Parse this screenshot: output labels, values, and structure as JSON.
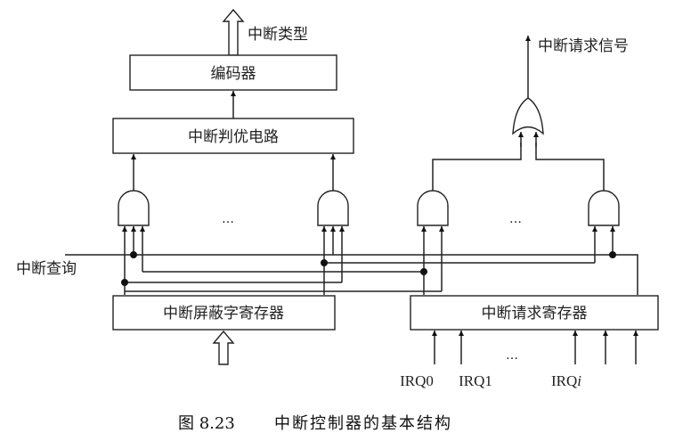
{
  "diagram": {
    "blocks": {
      "encoder": "编码器",
      "priority_circuit": "中断判优电路",
      "mask_register": "中断屏蔽字寄存器",
      "request_register": "中断请求寄存器"
    },
    "signals": {
      "interrupt_type": "中断类型",
      "interrupt_request_signal": "中断请求信号",
      "interrupt_query": "中断查询"
    },
    "ellipsis": "…",
    "irq_labels": {
      "irq0": "IRQ0",
      "irq1": "IRQ1",
      "irqi_prefix": "IRQ",
      "irqi_suffix": "i"
    },
    "caption": {
      "figure_number": "图 8.23",
      "title": "中断控制器的基本结构"
    }
  }
}
